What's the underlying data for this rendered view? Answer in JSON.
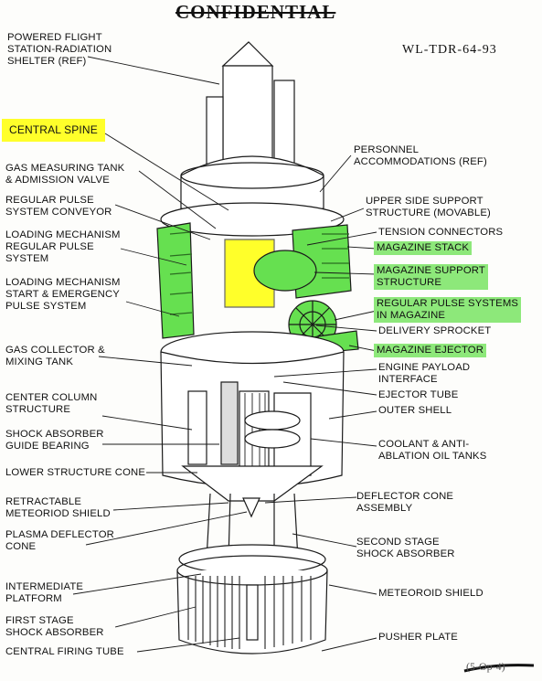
{
  "header": {
    "classification": "CONFIDENTIAL",
    "report_number": "WL-TDR-64-93",
    "footer_mark": "(5-Op-4)"
  },
  "colors": {
    "highlight_spine": "#ffff2a",
    "highlight_magazine": "#8de87a"
  },
  "labels": {
    "powered_flight": "POWERED FLIGHT\nSTATION-RADIATION\nSHELTER (REF)",
    "central_spine": "CENTRAL SPINE",
    "gas_measuring": "GAS MEASURING TANK\n& ADMISSION VALVE",
    "regular_pulse_conveyor": "REGULAR PULSE\nSYSTEM CONVEYOR",
    "loading_regular": "LOADING MECHANISM\nREGULAR PULSE\nSYSTEM",
    "loading_start": "LOADING MECHANISM\nSTART & EMERGENCY\nPULSE SYSTEM",
    "gas_collector": "GAS COLLECTOR &\nMIXING TANK",
    "center_column": "CENTER COLUMN\nSTRUCTURE",
    "shock_guide": "SHOCK ABSORBER\nGUIDE BEARING",
    "lower_cone": "LOWER STRUCTURE CONE",
    "retractable_shield": "RETRACTABLE\nMETEORIOD SHIELD",
    "plasma_deflector": "PLASMA DEFLECTOR\nCONE",
    "intermediate_platform": "INTERMEDIATE\nPLATFORM",
    "first_stage": "FIRST STAGE\nSHOCK ABSORBER",
    "central_firing": "CENTRAL FIRING TUBE",
    "personnel": "PERSONNEL\nACCOMMODATIONS (REF)",
    "upper_side_support": "UPPER SIDE SUPPORT\nSTRUCTURE (MOVABLE)",
    "tension_connectors": "TENSION CONNECTORS",
    "magazine_stack": "MAGAZINE STACK",
    "magazine_support": "MAGAZINE SUPPORT\nSTRUCTURE",
    "regular_pulse_magazine": "REGULAR PULSE SYSTEMS\nIN MAGAZINE",
    "delivery_sprocket": "DELIVERY SPROCKET",
    "magazine_ejector": "MAGAZINE EJECTOR",
    "engine_payload": "ENGINE PAYLOAD\nINTERFACE",
    "ejector_tube": "EJECTOR TUBE",
    "outer_shell": "OUTER SHELL",
    "coolant": "COOLANT & ANTI-\nABLATION OIL TANKS",
    "deflector_cone": "DEFLECTOR CONE\nASSEMBLY",
    "second_stage": "SECOND STAGE\nSHOCK ABSORBER",
    "meteoroid_shield": "METEOROID SHIELD",
    "pusher_plate": "PUSHER PLATE"
  }
}
